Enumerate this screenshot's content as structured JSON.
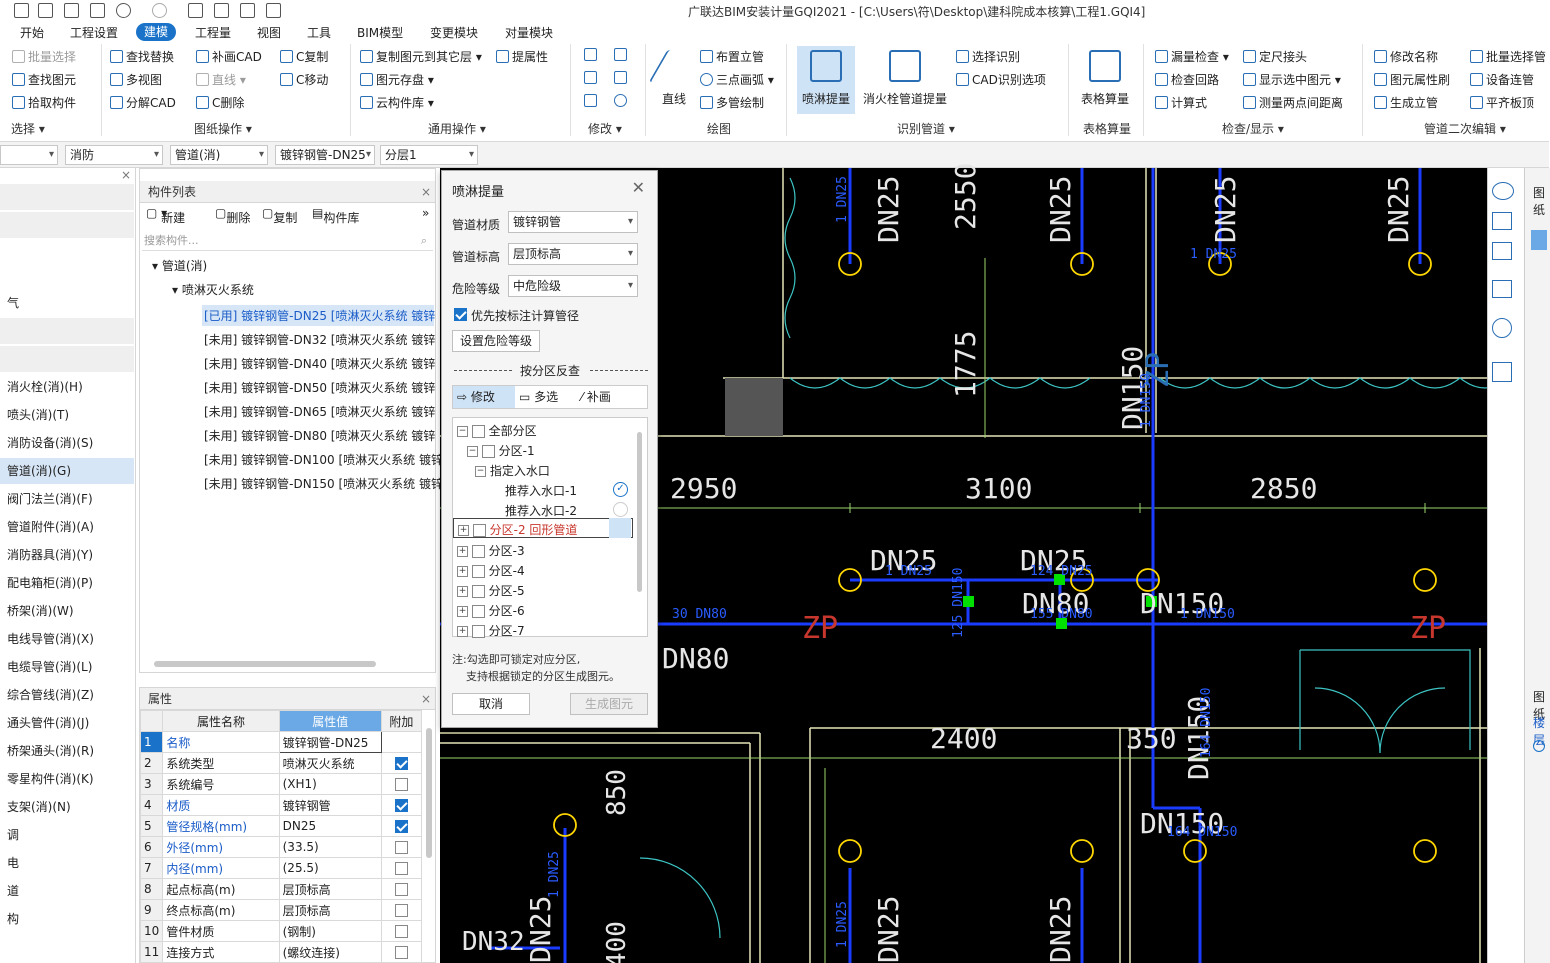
{
  "app_title": "广联达BIM安装计量GQI2021 - [C:\\Users\\符\\Desktop\\建科院成本核算\\工程1.GQI4]",
  "menu": [
    "开始",
    "工程设置",
    "建模",
    "工程量",
    "视图",
    "工具",
    "BIM模型",
    "变更模块",
    "对量模块"
  ],
  "active_menu": "建模",
  "ribbon": {
    "select": {
      "items": [
        "批量选择",
        "查找图元",
        "拾取构件"
      ],
      "label": "选择"
    },
    "drawing_ops": {
      "items": [
        "查找替换",
        "多视图",
        "分解CAD",
        "补画CAD",
        "直线",
        "C删除",
        "C复制",
        "C移动"
      ],
      "label": "图纸操作"
    },
    "general_ops": {
      "items": [
        "复制图元到其它层",
        "提属性",
        "图元存盘",
        "云构件库"
      ],
      "label": "通用操作"
    },
    "modify": {
      "label": "修改"
    },
    "draw": {
      "items": [
        "直线",
        "布置立管",
        "三点画弧",
        "多管绘制"
      ],
      "label": "绘图"
    },
    "identify_pipe": {
      "items": [
        "喷淋提量",
        "消火栓管道提量",
        "选择识别",
        "CAD识别选项"
      ],
      "label": "识别管道"
    },
    "table_calc": {
      "items": [
        "表格算量"
      ],
      "label": "表格算量"
    },
    "check_display": {
      "items": [
        "漏量检查",
        "定尺接头",
        "检查回路",
        "显示选中图元",
        "计算式",
        "测量两点间距离"
      ],
      "label": "检查/显示"
    },
    "pipe_edit": {
      "items": [
        "修改名称",
        "批量选择管",
        "图元属性刷",
        "设备连管",
        "生成立管",
        "平齐板顶"
      ],
      "label": "管道二次编辑"
    }
  },
  "combos": [
    "",
    "消防",
    "管道(消)",
    "镀锌钢管-DN25",
    "分层1"
  ],
  "left_nav": {
    "items": [
      "",
      "",
      "气",
      "",
      "",
      "消火栓(消)(H)",
      "喷头(消)(T)",
      "消防设备(消)(S)",
      "管道(消)(G)",
      "阀门法兰(消)(F)",
      "管道附件(消)(A)",
      "消防器具(消)(Y)",
      "配电箱柜(消)(P)",
      "桥架(消)(W)",
      "电线导管(消)(X)",
      "电缆导管(消)(L)",
      "综合管线(消)(Z)",
      "通头管件(消)(J)",
      "桥架通头(消)(R)",
      "零星构件(消)(K)",
      "支架(消)(N)",
      "调",
      "电",
      "道",
      "构"
    ],
    "selected_index": 8
  },
  "component_list": {
    "title": "构件列表",
    "toolbar": [
      "新建",
      "删除",
      "复制",
      "构件库"
    ],
    "search_placeholder": "搜索构件...",
    "root": "管道(消)",
    "group": "喷淋灭火系统",
    "items": [
      "[已用] 镀锌钢管-DN25 [喷淋灭火系统 镀锌",
      "[未用] 镀锌钢管-DN32 [喷淋灭火系统 镀锌",
      "[未用] 镀锌钢管-DN40 [喷淋灭火系统 镀锌",
      "[未用] 镀锌钢管-DN50 [喷淋灭火系统 镀锌",
      "[未用] 镀锌钢管-DN65 [喷淋灭火系统 镀锌",
      "[未用] 镀锌钢管-DN80 [喷淋灭火系统 镀锌",
      "[未用] 镀锌钢管-DN100 [喷淋灭火系统 镀锌",
      "[未用] 镀锌钢管-DN150 [喷淋灭火系统 镀锌"
    ]
  },
  "properties": {
    "title": "属性",
    "headers": [
      "属性名称",
      "属性值",
      "附加"
    ],
    "rows": [
      {
        "n": "1",
        "name": "名称",
        "value": "镀锌钢管-DN25",
        "blue": true,
        "chk": null
      },
      {
        "n": "2",
        "name": "系统类型",
        "value": "喷淋灭火系统",
        "blue": false,
        "chk": true
      },
      {
        "n": "3",
        "name": "系统编号",
        "value": "(XH1)",
        "blue": false,
        "chk": false
      },
      {
        "n": "4",
        "name": "材质",
        "value": "镀锌钢管",
        "blue": true,
        "chk": true
      },
      {
        "n": "5",
        "name": "管径规格(mm)",
        "value": "DN25",
        "blue": true,
        "chk": true
      },
      {
        "n": "6",
        "name": "外径(mm)",
        "value": "(33.5)",
        "blue": true,
        "chk": false
      },
      {
        "n": "7",
        "name": "内径(mm)",
        "value": "(25.5)",
        "blue": true,
        "chk": false
      },
      {
        "n": "8",
        "name": "起点标高(m)",
        "value": "层顶标高",
        "blue": false,
        "chk": false
      },
      {
        "n": "9",
        "name": "终点标高(m)",
        "value": "层顶标高",
        "blue": false,
        "chk": false
      },
      {
        "n": "10",
        "name": "管件材质",
        "value": "(钢制)",
        "blue": false,
        "chk": false
      },
      {
        "n": "11",
        "name": "连接方式",
        "value": "(螺纹连接)",
        "blue": false,
        "chk": false
      }
    ]
  },
  "dialog": {
    "title": "喷淋提量",
    "material_label": "管道材质",
    "material_value": "镀锌钢管",
    "elevation_label": "管道标高",
    "elevation_value": "层顶标高",
    "hazard_label": "危险等级",
    "hazard_value": "中危险级",
    "priority_label": "优先按标注计算管径",
    "set_hazard_btn": "设置危险等级",
    "section_label": "按分区反查",
    "seg": [
      "修改",
      "多选",
      "补画"
    ],
    "tree": {
      "all": "全部分区",
      "zone1": "分区-1",
      "inlet": "指定入水口",
      "inlet1": "推荐入水口-1",
      "inlet2": "推荐入水口-2",
      "zone2": "分区-2 回形管道",
      "zones": [
        "分区-3",
        "分区-4",
        "分区-5",
        "分区-6",
        "分区-7"
      ]
    },
    "note1": "注:勾选即可锁定对应分区,",
    "note2": "支持根据锁定的分区生成图元。",
    "cancel": "取消",
    "generate": "生成图元"
  },
  "cad": {
    "dims": [
      "2550",
      "1775",
      "2950",
      "3100",
      "2850",
      "2400",
      "350",
      "850",
      "400"
    ],
    "pipe_labels": [
      "DN25",
      "DN80",
      "DN150",
      "DN32",
      "ZP"
    ],
    "annotations": [
      "1 DN25",
      "124 DN25",
      "155 DN80",
      "125 DN150",
      "30 DN80",
      "164 DN150",
      "1 DN150"
    ]
  },
  "right_panel_labels": [
    "图纸",
    "楼层"
  ],
  "colors": {
    "accent": "#1a73c8",
    "cad_bg": "#000000",
    "pipe": "#1a3cff",
    "wall": "#e6e6b8",
    "dim": "#9bd46a",
    "grip": "#00e000",
    "zp": "#c8372d"
  }
}
